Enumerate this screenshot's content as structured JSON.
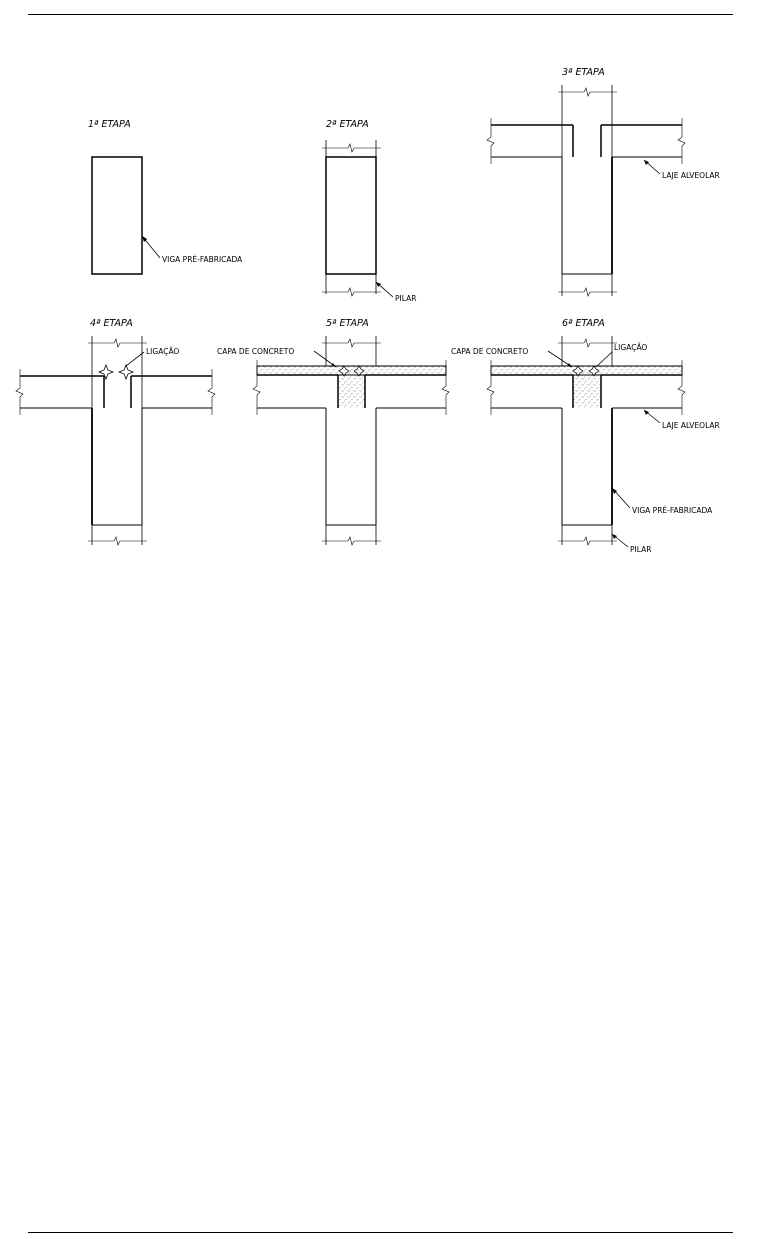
{
  "stages": [
    {
      "title": "1ª ETAPA"
    },
    {
      "title": "2ª ETAPA"
    },
    {
      "title": "3ª ETAPA"
    },
    {
      "title": "4ª ETAPA"
    },
    {
      "title": "5ª ETAPA"
    },
    {
      "title": "6ª ETAPA"
    }
  ],
  "labels": {
    "viga": "VIGA PRÉ-FABRICADA",
    "pilar": "PILAR",
    "laje": "LAJE ALVEOLAR",
    "ligacao": "LIGAÇÃO",
    "capa": "CAPA DE CONCRETO"
  },
  "colors": {
    "line": "#000000",
    "paper": "#ffffff",
    "concrete_dots": "#555555"
  }
}
